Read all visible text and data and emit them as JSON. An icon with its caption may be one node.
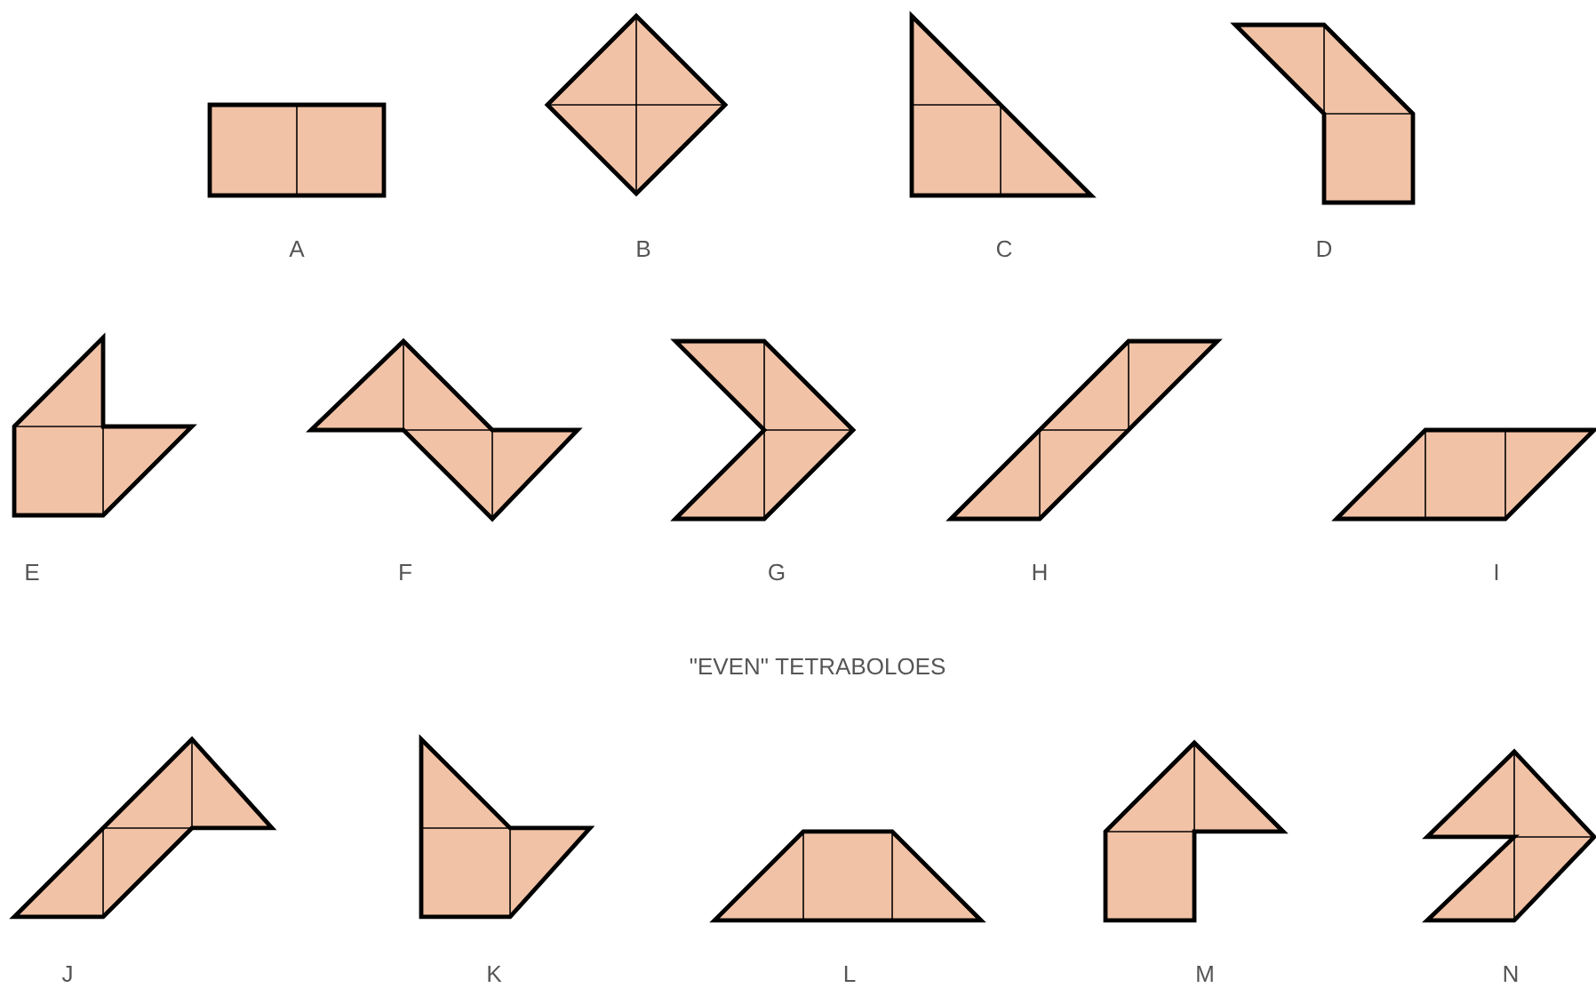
{
  "diagram": {
    "labels": [
      "A",
      "B",
      "C",
      "D",
      "E",
      "F",
      "G",
      "H",
      "I",
      "\"EVEN\" TETRABOLOES",
      "J",
      "K",
      "L",
      "M",
      "N"
    ]
  }
}
